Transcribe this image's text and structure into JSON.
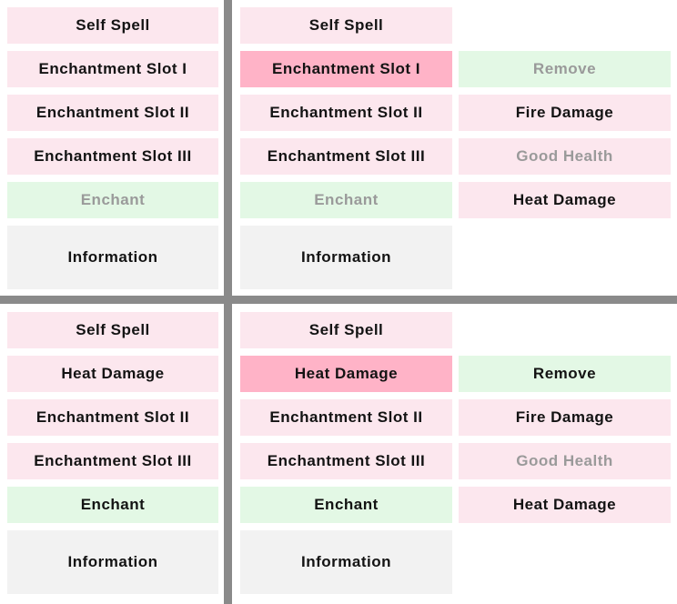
{
  "colors": {
    "slot_pink": "#fce7ee",
    "slot_pink_selected": "#ffb3c7",
    "action_green": "#e3f8e5",
    "info_gray": "#f2f2f2",
    "divider_gray": "#8a8a8a",
    "text_black": "#131313",
    "text_disabled_gray": "#9a9a9a"
  },
  "quadrants": {
    "top_left": {
      "buttons": [
        {
          "label": "Self Spell",
          "state": "normal"
        },
        {
          "label": "Enchantment Slot I",
          "state": "normal"
        },
        {
          "label": "Enchantment Slot II",
          "state": "normal"
        },
        {
          "label": "Enchantment Slot III",
          "state": "normal"
        },
        {
          "label": "Enchant",
          "state": "disabled"
        },
        {
          "label": "Information",
          "state": "panel"
        }
      ]
    },
    "top_right": {
      "main": [
        {
          "label": "Self Spell",
          "state": "normal"
        },
        {
          "label": "Enchantment Slot I",
          "state": "selected"
        },
        {
          "label": "Enchantment Slot II",
          "state": "normal"
        },
        {
          "label": "Enchantment Slot III",
          "state": "normal"
        },
        {
          "label": "Enchant",
          "state": "disabled"
        },
        {
          "label": "Information",
          "state": "panel"
        }
      ],
      "side": [
        {
          "label": "Remove",
          "state": "disabled"
        },
        {
          "label": "Fire Damage",
          "state": "normal"
        },
        {
          "label": "Good Health",
          "state": "disabled"
        },
        {
          "label": "Heat Damage",
          "state": "normal"
        }
      ]
    },
    "bottom_left": {
      "buttons": [
        {
          "label": "Self Spell",
          "state": "normal"
        },
        {
          "label": "Heat Damage",
          "state": "normal"
        },
        {
          "label": "Enchantment Slot II",
          "state": "normal"
        },
        {
          "label": "Enchantment Slot III",
          "state": "normal"
        },
        {
          "label": "Enchant",
          "state": "enabled"
        },
        {
          "label": "Information",
          "state": "panel"
        }
      ]
    },
    "bottom_right": {
      "main": [
        {
          "label": "Self Spell",
          "state": "normal"
        },
        {
          "label": "Heat Damage",
          "state": "selected"
        },
        {
          "label": "Enchantment Slot II",
          "state": "normal"
        },
        {
          "label": "Enchantment Slot III",
          "state": "normal"
        },
        {
          "label": "Enchant",
          "state": "enabled"
        },
        {
          "label": "Information",
          "state": "panel"
        }
      ],
      "side": [
        {
          "label": "Remove",
          "state": "enabled"
        },
        {
          "label": "Fire Damage",
          "state": "normal"
        },
        {
          "label": "Good Health",
          "state": "disabled"
        },
        {
          "label": "Heat Damage",
          "state": "normal"
        }
      ]
    }
  }
}
